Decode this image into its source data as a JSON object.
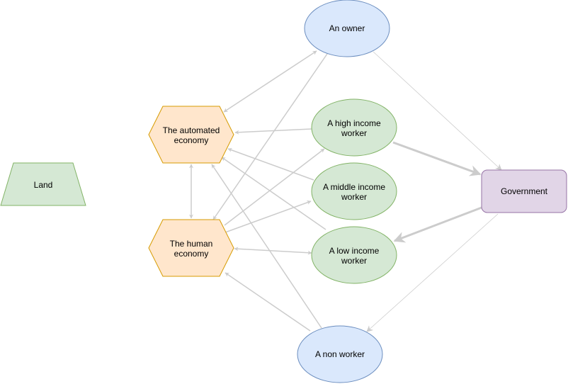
{
  "colors": {
    "owner_fill": "#dae8fc",
    "owner_stroke": "#6c8ebf",
    "worker_fill": "#d5e8d4",
    "worker_stroke": "#82b366",
    "economy_fill": "#ffe6cc",
    "economy_stroke": "#d79b00",
    "gov_fill": "#e1d5e7",
    "gov_stroke": "#9673a6",
    "edge": "#cccccc"
  },
  "nodes": {
    "owner": {
      "line1": "An owner"
    },
    "high": {
      "line1": "A high income",
      "line2": "worker"
    },
    "middle": {
      "line1": "A middle income",
      "line2": "worker"
    },
    "low": {
      "line1": "A low income",
      "line2": "worker"
    },
    "nonworker": {
      "line1": "A non worker"
    },
    "automated": {
      "line1": "The automated",
      "line2": "economy"
    },
    "human": {
      "line1": "The human",
      "line2": "economy"
    },
    "land": {
      "line1": "Land"
    },
    "government": {
      "line1": "Government"
    }
  }
}
